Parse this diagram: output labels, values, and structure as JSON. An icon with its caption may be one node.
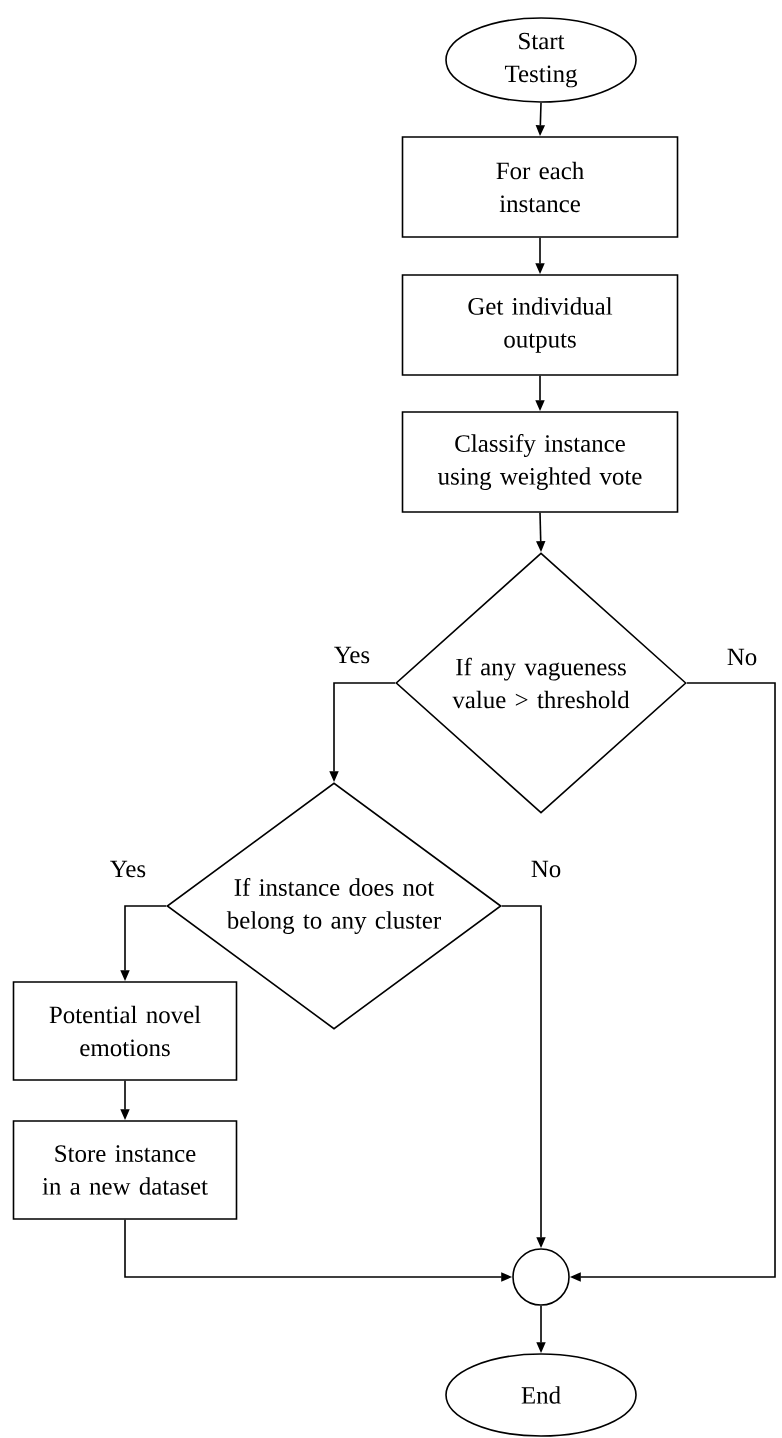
{
  "diagram": {
    "nodes": [
      {
        "text": [
          "Start Testing"
        ]
      },
      {
        "text": [
          "For each instance"
        ]
      },
      {
        "text": [
          "Get individual outputs"
        ]
      },
      {
        "text": [
          "Classify instance using weighted vote"
        ]
      },
      {
        "text": [
          "If any vagueness value > threshold"
        ]
      },
      {
        "text": [
          "If instance does not belong to any cluster"
        ]
      },
      {
        "text": [
          "Potential novel emotions"
        ]
      },
      {
        "text": [
          "Store instance in a new dataset"
        ]
      },
      {
        "text": [],
        "shape": "circle"
      },
      {
        "text": [
          "End"
        ]
      }
    ],
    "edges": [
      {
        "from": 0,
        "to": 1,
        "arrow": "to"
      },
      {
        "from": 1,
        "to": 2,
        "arrow": "to"
      },
      {
        "from": 2,
        "to": 3,
        "arrow": "to"
      },
      {
        "from": 3,
        "to": 4,
        "arrow": "to"
      },
      {
        "from": 4,
        "to": 5,
        "arrow": "to",
        "label": "Yes"
      },
      {
        "from": 4,
        "to": 8,
        "arrow": "to",
        "label": "No"
      },
      {
        "from": 5,
        "to": 6,
        "arrow": "to",
        "label": "Yes"
      },
      {
        "from": 5,
        "to": 8,
        "arrow": "to",
        "label": "No"
      },
      {
        "from": 6,
        "to": 7,
        "arrow": "to"
      },
      {
        "from": 7,
        "to": 8,
        "arrow": "to"
      },
      {
        "from": 8,
        "to": 9,
        "arrow": "to"
      }
    ]
  }
}
